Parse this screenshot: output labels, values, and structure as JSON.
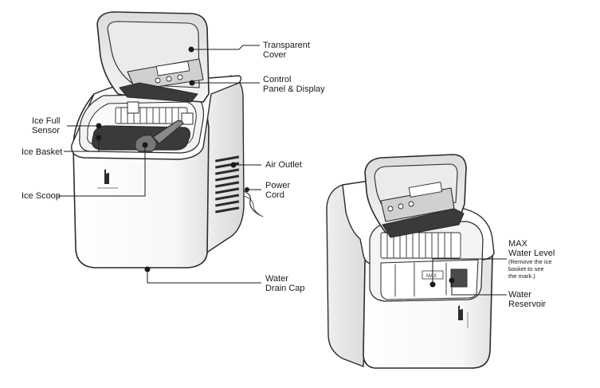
{
  "labels": {
    "transparent_cover": "Transparent\nCover",
    "control_panel": "Control\nPanel & Display",
    "ice_full_sensor": "Ice Full\nSensor",
    "ice_basket": "Ice Basket",
    "air_outlet": "Air Outlet",
    "power_cord": "Power\nCord",
    "ice_scoop": "Ice Scoop",
    "water_drain_cap": "Water\nDrain Cap",
    "max_water_level": "MAX\nWater Level",
    "max_water_note": "(Remove the ice\nbasket to see\nthe mark.)",
    "water_reservoir": "Water\nReservoir",
    "max_mark": "MAX"
  },
  "colors": {
    "outline": "#2b2b2b",
    "body_fill": "#ffffff",
    "dark_fill": "#3a3a3a",
    "shade": "#e6e6e6",
    "leader": "#1a1a1a"
  }
}
